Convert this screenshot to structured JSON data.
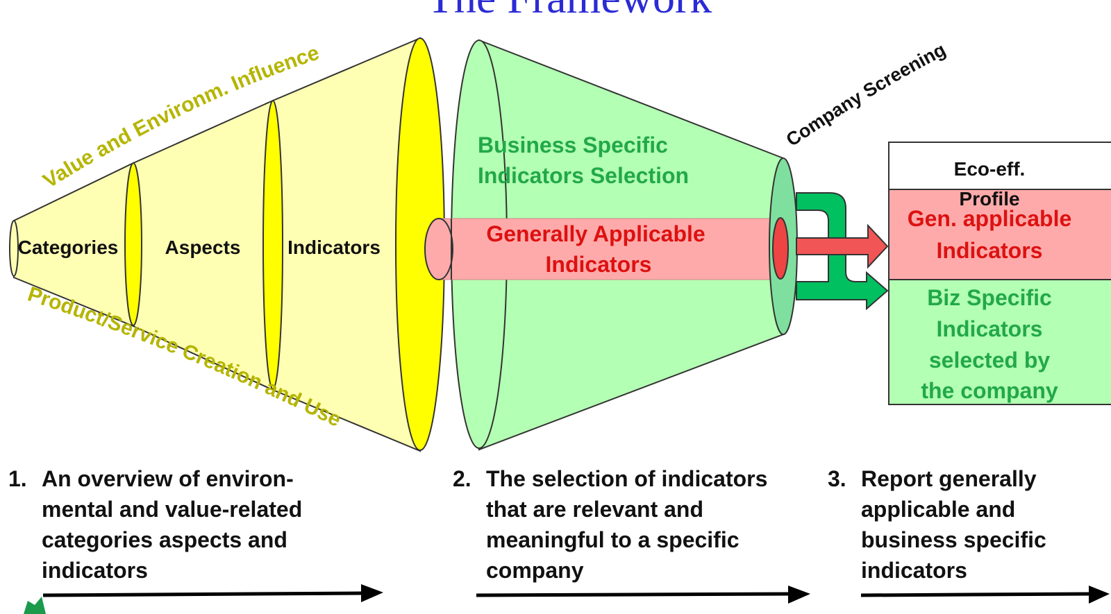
{
  "title": "The Framework",
  "cone_labels": {
    "top_curve": "Value and Environm. Influence",
    "bottom_curve": "Product/Service Creation and Use",
    "categories": "Categories",
    "aspects": "Aspects",
    "indicators": "Indicators"
  },
  "green_cone": {
    "selection_line1": "Business Specific",
    "selection_line2": "Indicators Selection",
    "general_line1": "Generally Applicable",
    "general_line2": "Indicators",
    "screening": "Company Screening"
  },
  "profile_box": {
    "header_line1": "Eco-eff.",
    "header_line2": "Profile",
    "gen_line1": "Gen. applicable",
    "gen_line2": "Indicators",
    "biz_line1": "Biz Specific",
    "biz_line2": "Indicators",
    "biz_line3": "selected by",
    "biz_line4": "the company"
  },
  "steps": [
    {
      "number": "1.",
      "lines": [
        "An overview of environ-",
        "mental and value-related",
        "categories aspects and",
        "indicators"
      ]
    },
    {
      "number": "2.",
      "lines": [
        "The selection of indicators",
        "that are relevant and",
        "meaningful to a specific",
        "company"
      ]
    },
    {
      "number": "3.",
      "lines": [
        "Report generally",
        "applicable and",
        "business specific",
        "indicators"
      ]
    }
  ],
  "colors": {
    "title_blue": "#2b2bd6",
    "cone_light_yellow": "#ffffb3",
    "cone_yellow": "#ffff00",
    "olive_text": "#b5b500",
    "cone_green": "#b3ffb3",
    "green_dark": "#22a84a",
    "green_arrow": "#00c060",
    "pink": "#ffaaaa",
    "red_text": "#dd1111",
    "red_arrow": "#f25555"
  }
}
